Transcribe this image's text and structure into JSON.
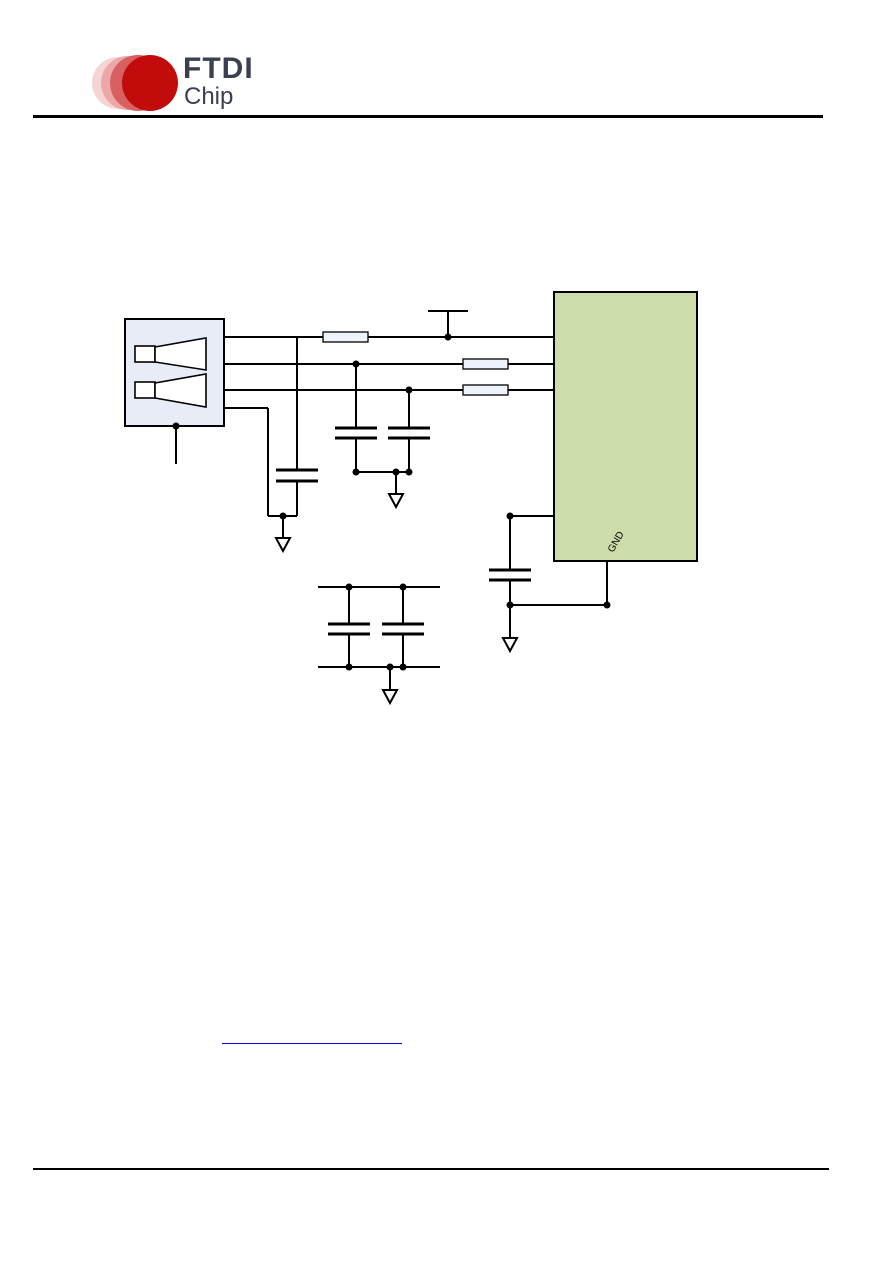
{
  "header": {
    "logo": {
      "brand": "FTDI",
      "subbrand": "Chip"
    }
  },
  "schematic": {
    "ic_pin_labels": [
      "GND"
    ],
    "colors": {
      "ic_fill": "#cddcab",
      "connector_fill": "#e8ecf6",
      "resistor_fill": "#eef2fa",
      "wire": "#000000"
    }
  },
  "footer": {}
}
